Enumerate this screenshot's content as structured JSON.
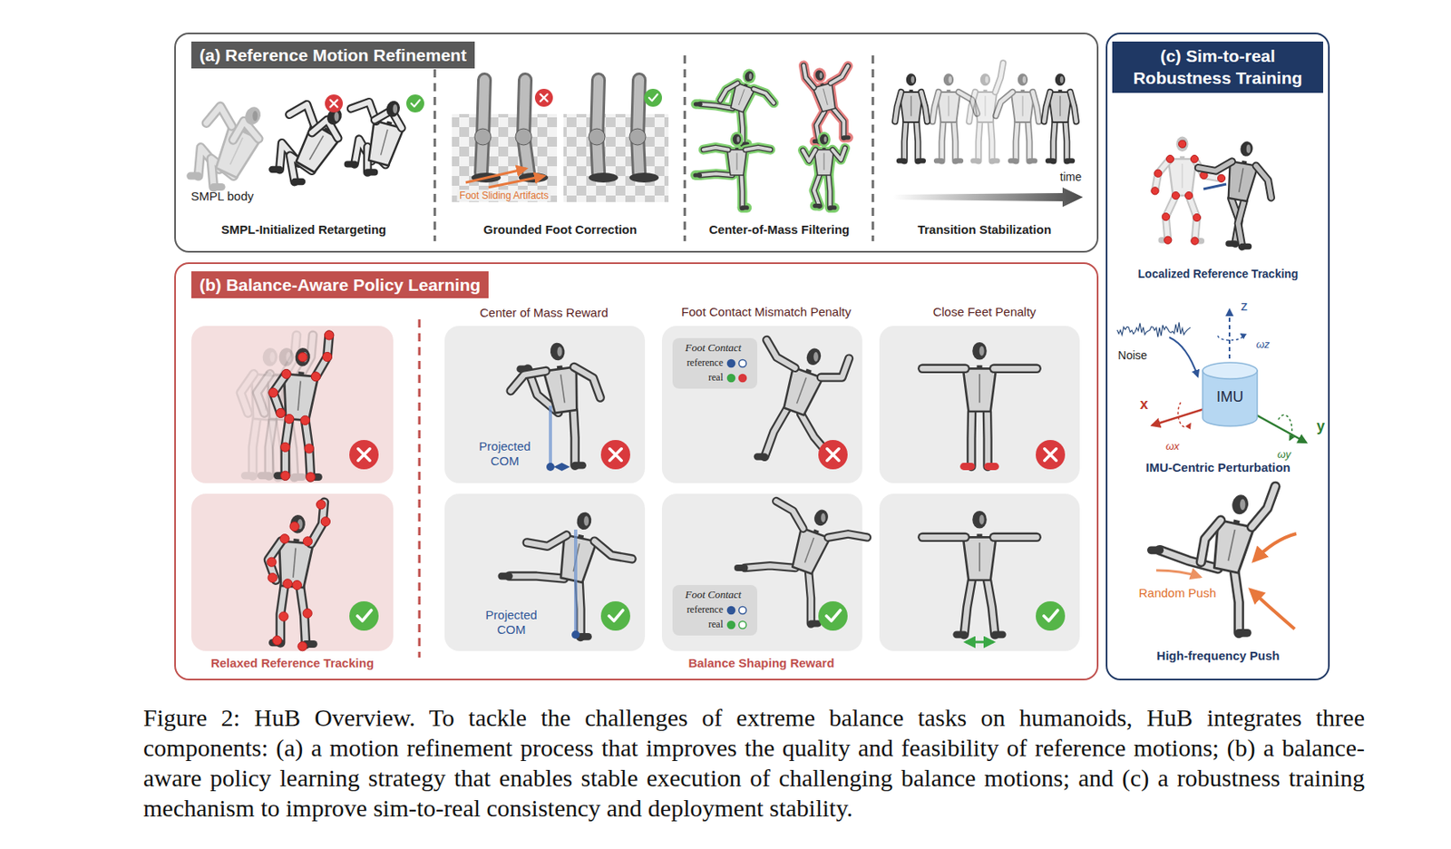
{
  "diagram": {
    "caption": "Figure 2: HuB Overview. To tackle the challenges of extreme balance tasks on humanoids, HuB integrates three components: (a) a motion refinement process that improves the quality and feasibility of reference motions; (b) a balance-aware policy learning strategy that enables stable execution of challenging balance motions; and (c) a robustness training mechanism to improve sim-to-real consistency and deployment stability.",
    "nodes": [
      {
        "text": [
          "(a) Reference Motion Refinement"
        ]
      },
      {
        "text": [
          "(b) Balance-Aware Policy Learning"
        ]
      },
      {
        "text": [
          "(c) Sim-to-real Robustness Training"
        ]
      },
      {
        "text": [
          "Projected COM"
        ],
        "in": 1
      },
      {
        "text": [
          "Foot Contact",
          "reference",
          "real"
        ],
        "in": 1
      },
      {
        "text": [
          "Projected COM"
        ],
        "in": 1
      },
      {
        "text": [
          "Foot Contact",
          "reference",
          "real"
        ],
        "in": 1
      },
      {
        "text": [
          "IMU"
        ],
        "in": 2
      }
    ],
    "labels": [
      "SMPL body",
      "SMPL-Initialized Retargeting",
      "Foot Sliding Artifacts",
      "Grounded Foot Correction",
      "Center-of-Mass Filtering",
      "time",
      "Transition Stabilization",
      "Center of Mass Reward",
      "Foot Contact Mismatch Penalty",
      "Close Feet Penalty",
      "Relaxed Reference Tracking",
      "Balance Shaping Reward",
      "Localized Reference Tracking",
      "Noise",
      "z",
      "ωz",
      "x",
      "ωx",
      "y",
      "ωy",
      "IMU-Centric Perturbation",
      "Random Push",
      "High-frequency Push"
    ]
  }
}
